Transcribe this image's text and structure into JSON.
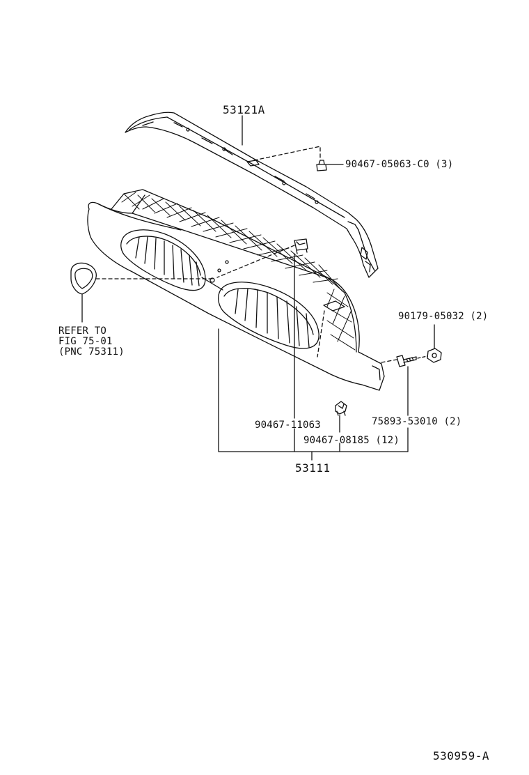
{
  "colors": {
    "ink": "#111111",
    "paper": "#ffffff"
  },
  "labels": {
    "upper_part": "53121A",
    "screw_upper": "90467-05063-C0 (3)",
    "refer_line1": "REFER TO",
    "refer_line2": "FIG 75-01",
    "refer_line3": "(PNC 75311)",
    "nut": "90179-05032 (2)",
    "clip_11063": "90467-11063",
    "clip_08185": "90467-08185 (12)",
    "screw_lower": "75893-53010 (2)",
    "assembly": "53111",
    "diagram_id": "530959-A"
  }
}
